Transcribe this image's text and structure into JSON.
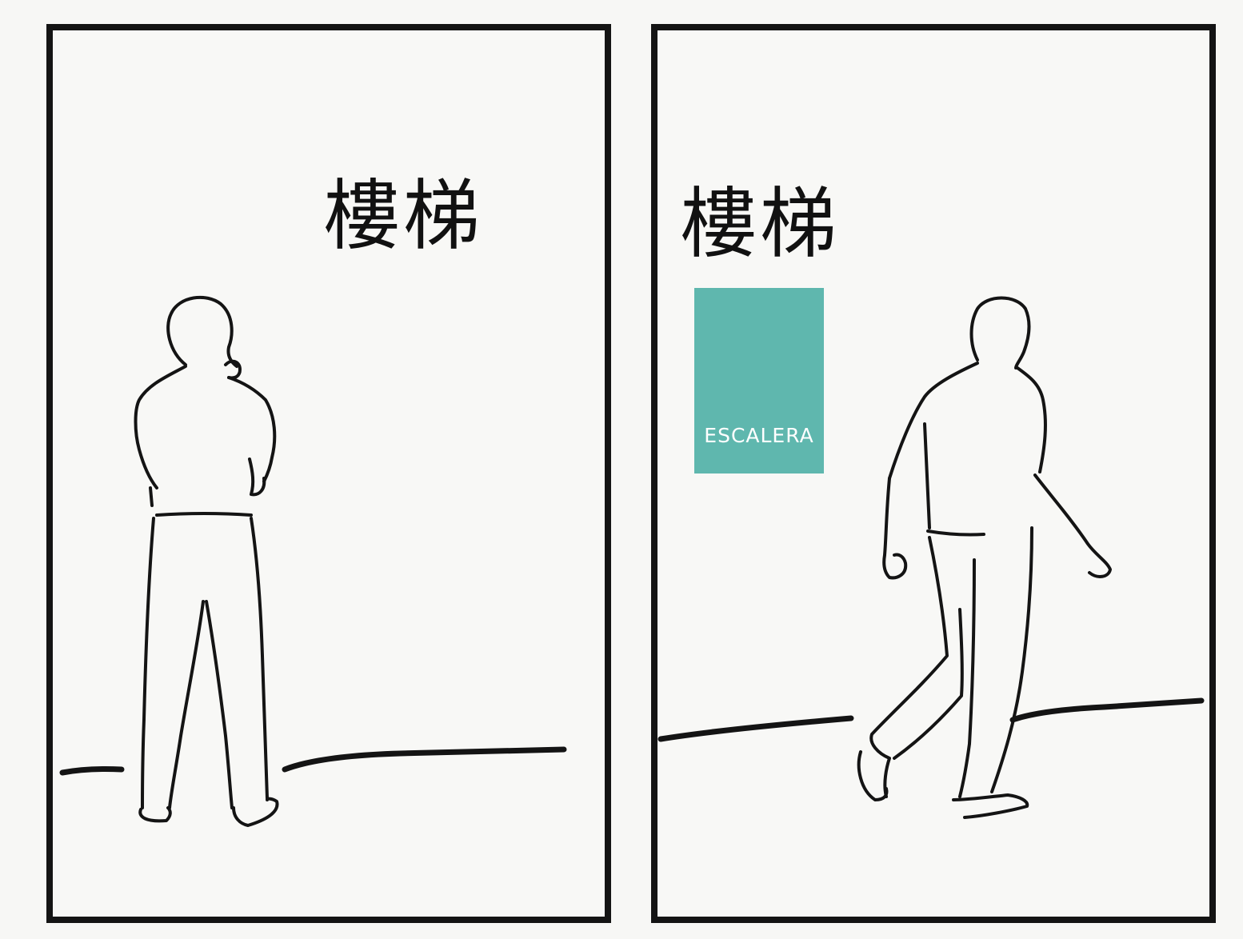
{
  "panels": [
    {
      "label": "樓梯"
    },
    {
      "label": "樓梯",
      "sign_text": "ESCALERA"
    }
  ],
  "colors": {
    "ink": "#141414",
    "paper": "#f8f8f6",
    "sign": "#5fb7ae"
  }
}
